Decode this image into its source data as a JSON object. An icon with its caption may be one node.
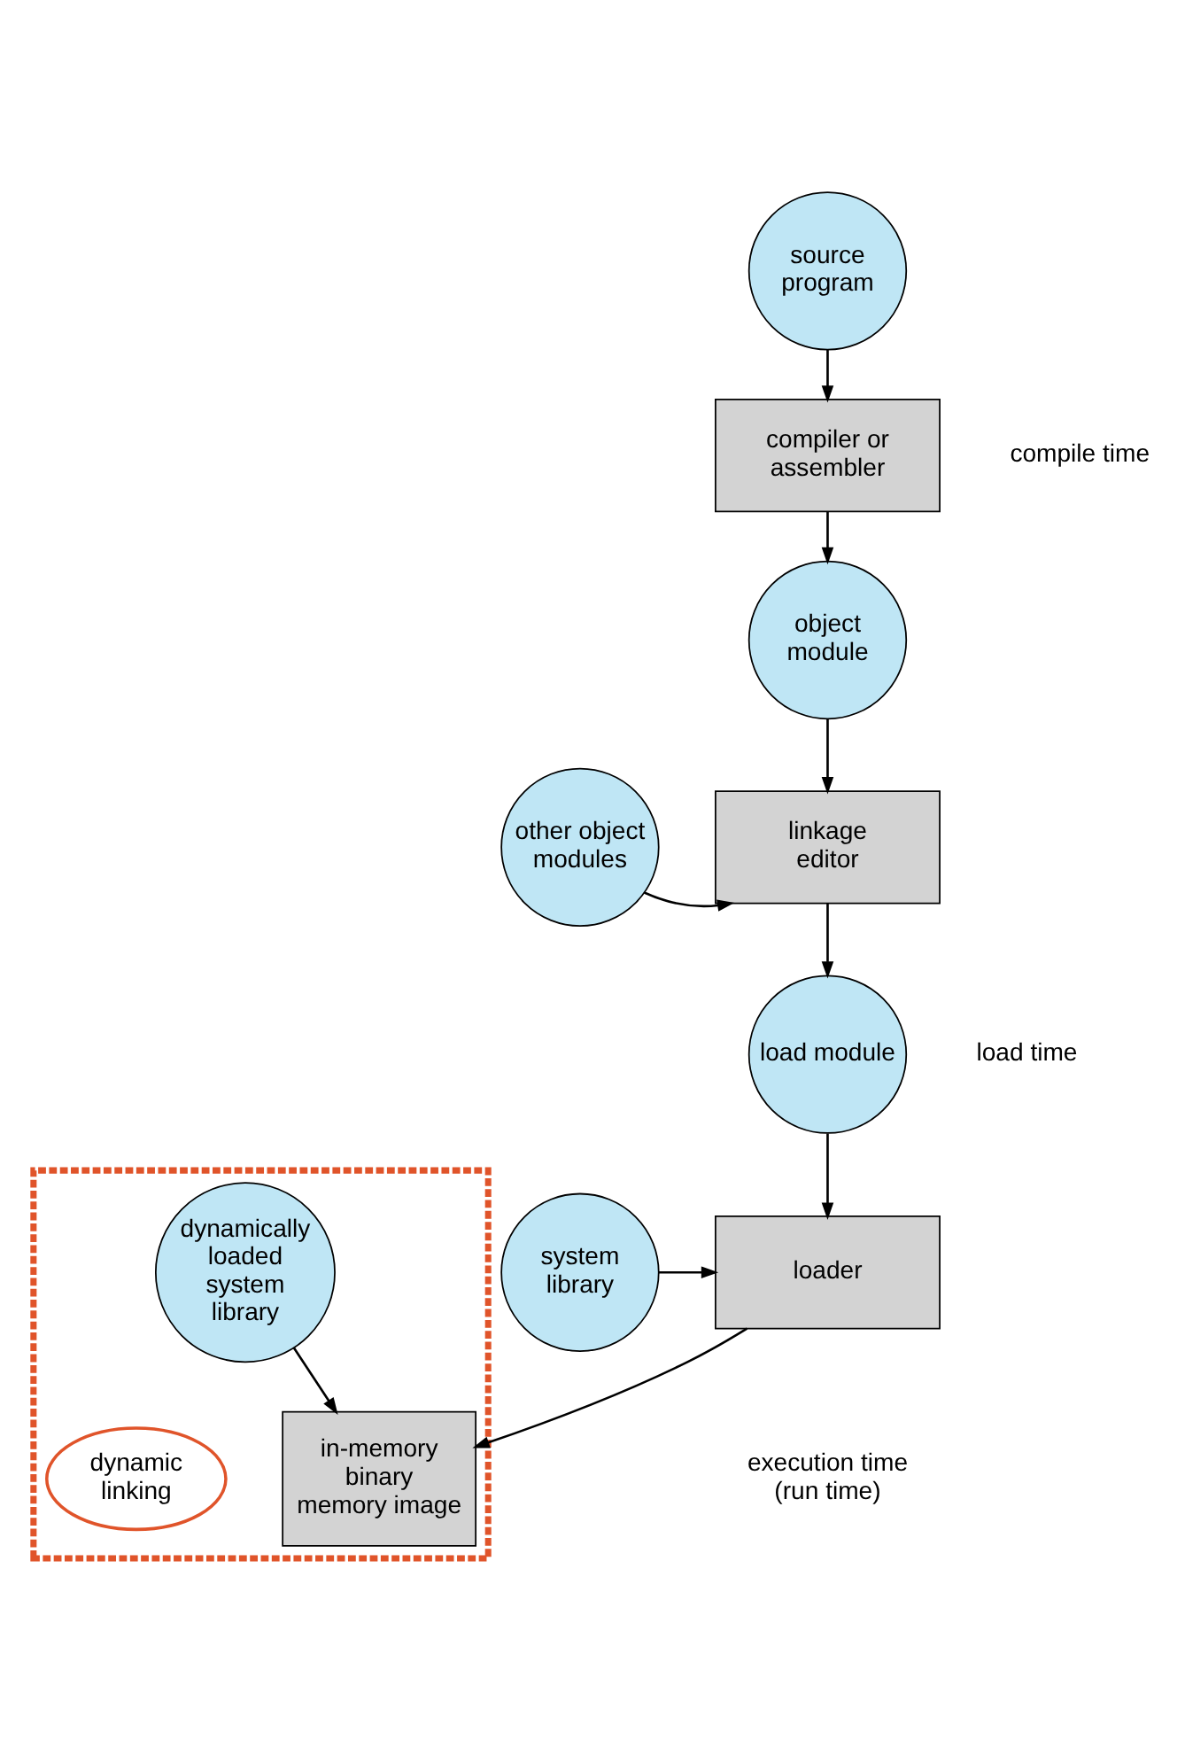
{
  "diagram": {
    "nodes": [
      {
        "text": [
          "source program"
        ]
      },
      {
        "text": [
          "compiler or assembler"
        ]
      },
      {
        "text": [
          "object module"
        ]
      },
      {
        "text": [
          "other object modules"
        ]
      },
      {
        "text": [
          "linkage editor"
        ]
      },
      {
        "text": [
          "load module"
        ]
      },
      {
        "text": [
          "system library"
        ]
      },
      {
        "text": [
          "loader"
        ]
      },
      {
        "text": [],
        "shape": "box"
      },
      {
        "text": [
          "dynamically loaded system library"
        ],
        "in": 8
      },
      {
        "text": [
          "in-memory binary memory image"
        ],
        "in": 8
      },
      {
        "text": [
          "dynamic linking"
        ],
        "in": 8
      }
    ],
    "edges": [
      {
        "from": 0,
        "to": 1,
        "arrow": "to"
      },
      {
        "from": 1,
        "to": 2,
        "arrow": "to"
      },
      {
        "from": 3,
        "to": 4,
        "arrow": "to"
      },
      {
        "from": 2,
        "to": 4,
        "arrow": "to"
      },
      {
        "from": 4,
        "to": 5,
        "arrow": "to"
      },
      {
        "from": 6,
        "to": 7,
        "arrow": "to"
      },
      {
        "from": 5,
        "to": 7,
        "arrow": "to"
      },
      {
        "from": 7,
        "to": 10,
        "arrow": "to"
      },
      {
        "from": 9,
        "to": 10,
        "arrow": "to"
      }
    ],
    "labels": [
      "compile time",
      "load time",
      "execution time (run time)"
    ]
  }
}
